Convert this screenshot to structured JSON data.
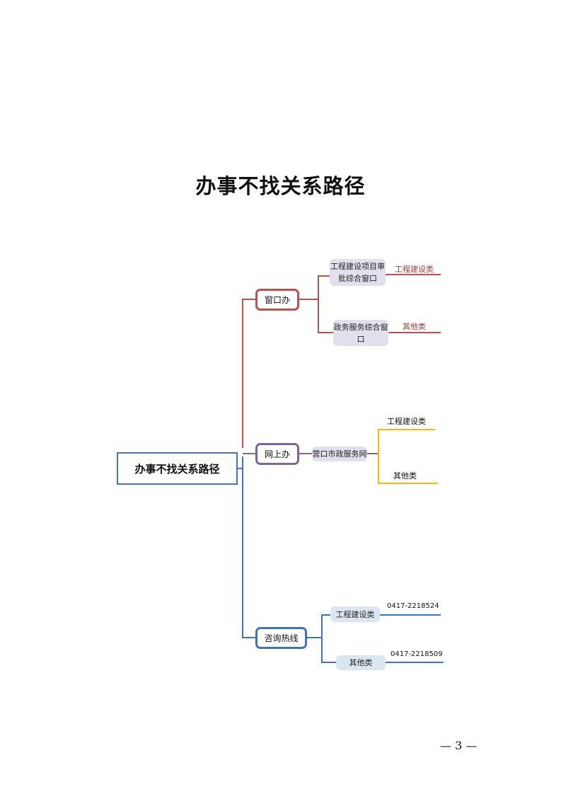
{
  "title": "办事不找关系路径",
  "root": "办事不找关系路径",
  "colors": {
    "window": "#c0504d",
    "online": "#8064a2",
    "hotline": "#3f74bc",
    "bracket": "#f5b800",
    "root": "#4472c4"
  },
  "branches": {
    "window": {
      "label": "窗口办",
      "children": [
        {
          "label": "工程建设项目审批综合窗口",
          "tag": "工程建设类"
        },
        {
          "label": "政务服务综合窗口",
          "tag": "其他类"
        }
      ]
    },
    "online": {
      "label": "网上办",
      "site": "营口市政服务网",
      "tags": [
        "工程建设类",
        "其他类"
      ]
    },
    "hotline": {
      "label": "咨询热线",
      "children": [
        {
          "label": "工程建设类",
          "phone": "0417-2218524"
        },
        {
          "label": "其他类",
          "phone": "0417-2218509"
        }
      ]
    }
  },
  "page_number": "— 3 —"
}
